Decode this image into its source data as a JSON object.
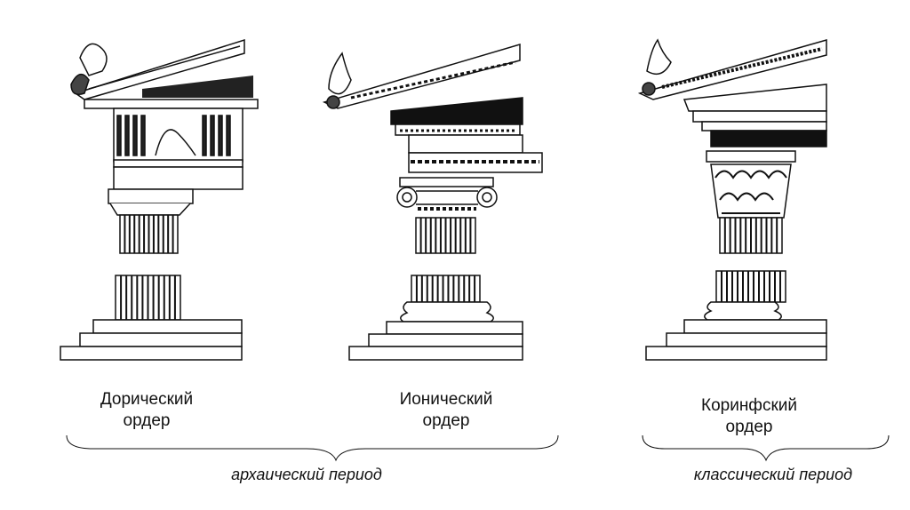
{
  "orders": [
    {
      "name_line1": "Дорический",
      "name_line2": "ордер"
    },
    {
      "name_line1": "Ионический",
      "name_line2": "ордер"
    },
    {
      "name_line1": "Коринфский",
      "name_line2": "ордер"
    }
  ],
  "periods": [
    {
      "label": "архаический период"
    },
    {
      "label": "классический период"
    }
  ]
}
